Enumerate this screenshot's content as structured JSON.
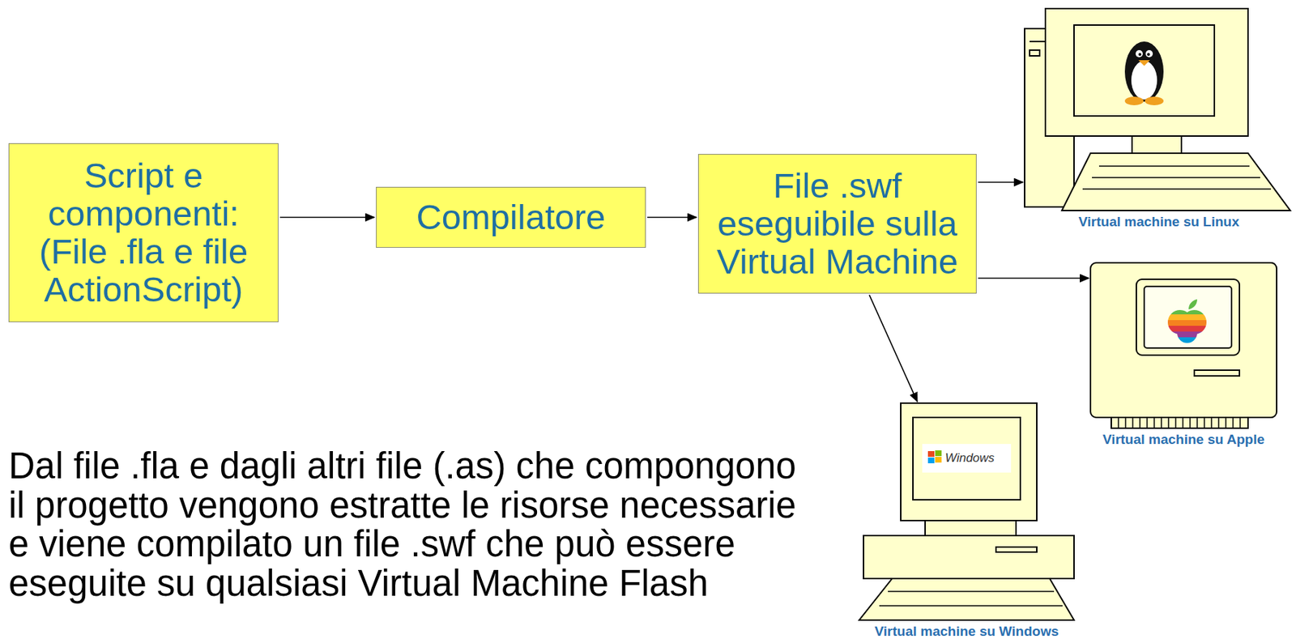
{
  "diagram": {
    "nodes": [
      {
        "text": [
          "Script e componenti: (File .fla e file ActionScript)"
        ]
      },
      {
        "text": [
          "Compilatore"
        ]
      },
      {
        "text": [
          "File .swf eseguibile sulla Virtual Machine"
        ]
      },
      {
        "text": [
          "Virtual machine su Linux"
        ]
      },
      {
        "text": [
          "Virtual machine su Apple"
        ]
      },
      {
        "text": [
          "Virtual machine su Windows"
        ]
      }
    ],
    "edges": [
      {
        "from": 0,
        "to": 1,
        "arrow": "to"
      },
      {
        "from": 1,
        "to": 2,
        "arrow": "to"
      },
      {
        "from": 2,
        "to": 3,
        "arrow": "to"
      },
      {
        "from": 2,
        "to": 4,
        "arrow": "to"
      },
      {
        "from": 2,
        "to": 5,
        "arrow": "to"
      }
    ],
    "labels": [
      "Dal file .fla e dagli altri file (.as) che compongono il progetto vengono estratte le risorse necessarie e viene compilato un file .swf che può essere eseguite su qualsiasi Virtual Machine Flash",
      "Windows"
    ]
  }
}
